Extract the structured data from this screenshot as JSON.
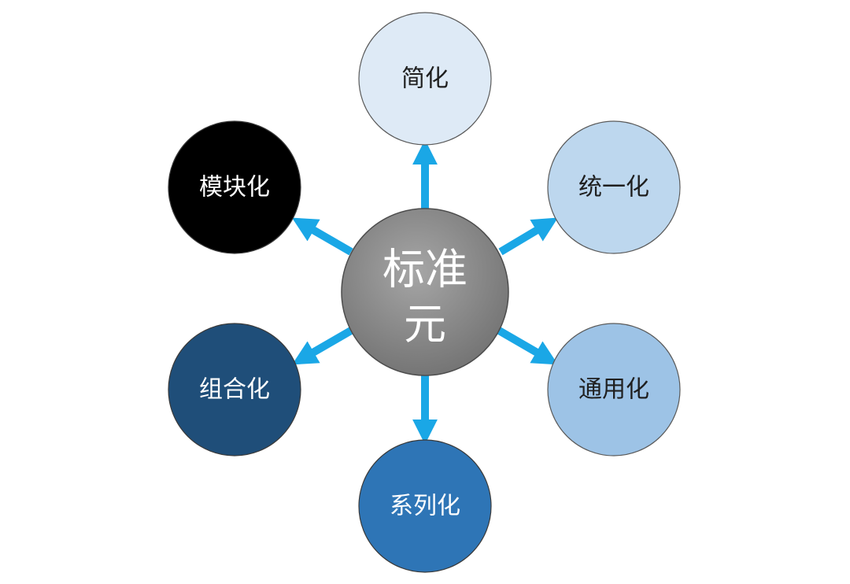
{
  "center": {
    "line1": "标准",
    "line2": "元",
    "fill": "#8c8c8c"
  },
  "arrow_color": "#1aa7e6",
  "nodes": [
    {
      "id": "simplification",
      "label": "简化",
      "fill": "#deeaf6",
      "text_color": "#1f1f1f"
    },
    {
      "id": "unification",
      "label": "统一化",
      "fill": "#bdd7ee",
      "text_color": "#1f1f1f"
    },
    {
      "id": "generalization",
      "label": "通用化",
      "fill": "#9dc3e6",
      "text_color": "#1f1f1f"
    },
    {
      "id": "serialization",
      "label": "系列化",
      "fill": "#2e75b6",
      "text_color": "#ffffff"
    },
    {
      "id": "combination",
      "label": "组合化",
      "fill": "#1f4e79",
      "text_color": "#ffffff"
    },
    {
      "id": "modularization",
      "label": "模块化",
      "fill": "#000000",
      "text_color": "#ffffff"
    }
  ]
}
